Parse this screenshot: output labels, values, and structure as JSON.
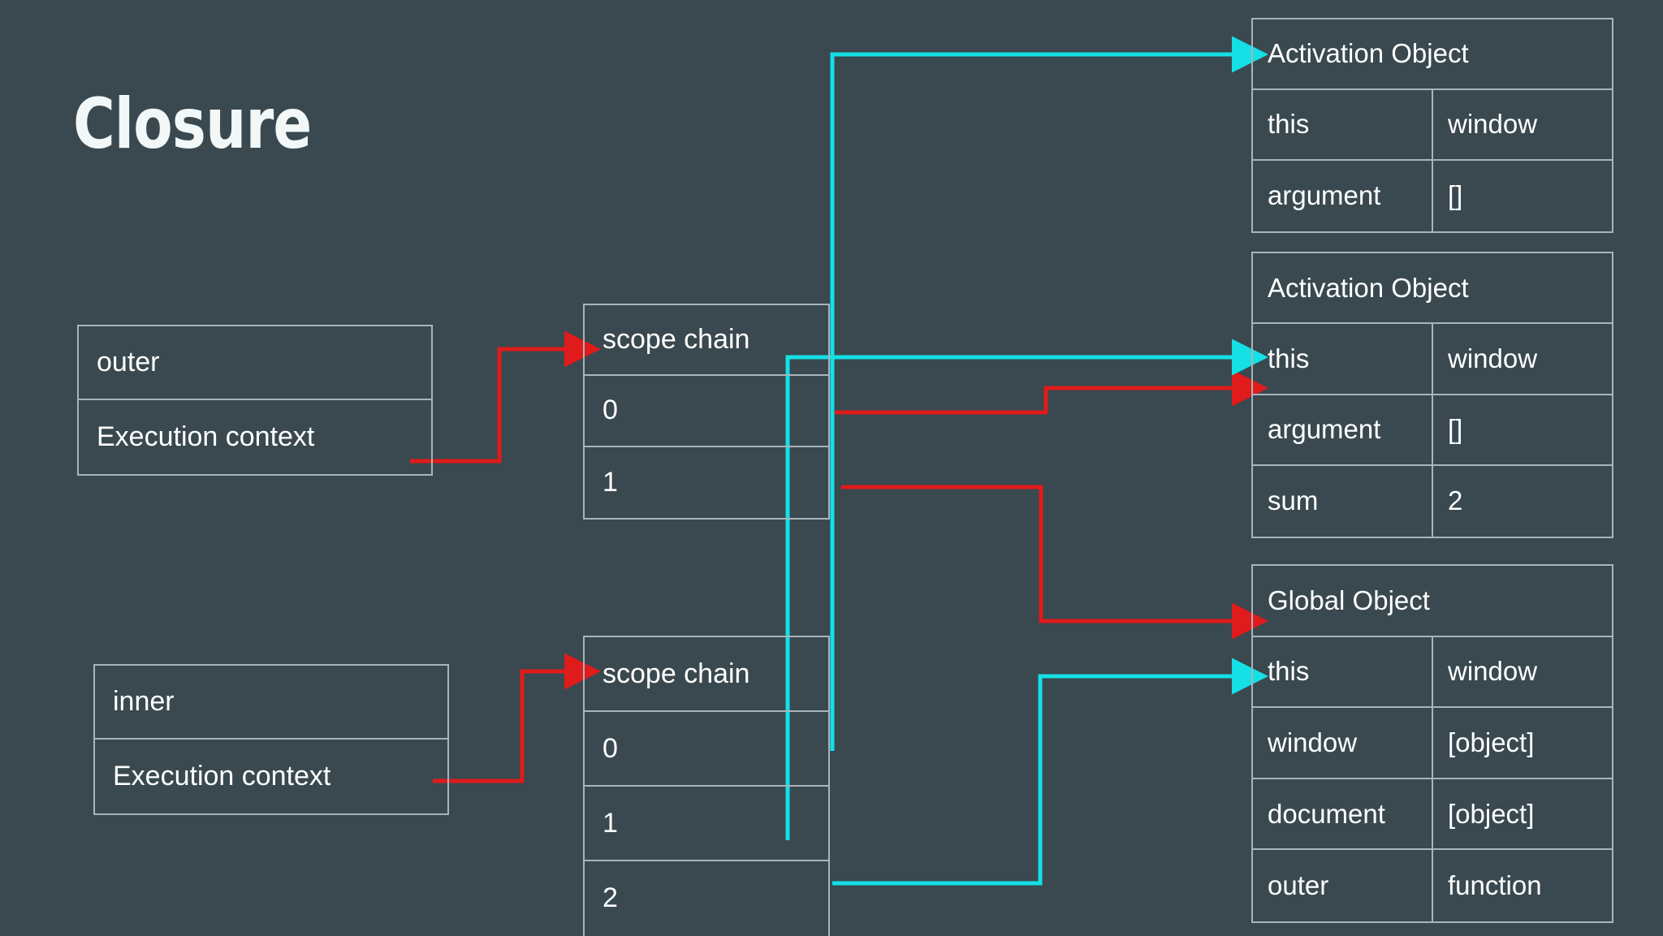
{
  "slide": {
    "title": "Closure",
    "background_color": "#39494F",
    "border_color": "#A9B4BA",
    "text_color": "#FFFFFF",
    "arrow_red": "#E01B1B",
    "arrow_cyan": "#14E0E6"
  },
  "contexts": [
    {
      "name_label": "outer",
      "context_label": "Execution context"
    },
    {
      "name_label": "inner",
      "context_label": "Execution context"
    }
  ],
  "scope_chains": [
    {
      "header": "scope chain",
      "indices": [
        "0",
        "1"
      ]
    },
    {
      "header": "scope chain",
      "indices": [
        "0",
        "1",
        "2"
      ]
    }
  ],
  "objects": [
    {
      "title": "Activation Object",
      "rows": [
        {
          "key": "this",
          "value": "window"
        },
        {
          "key": "argument",
          "value": "[]"
        }
      ]
    },
    {
      "title": "Activation Object",
      "rows": [
        {
          "key": "this",
          "value": "window"
        },
        {
          "key": "argument",
          "value": "[]"
        },
        {
          "key": "sum",
          "value": "2"
        }
      ]
    },
    {
      "title": "Global Object",
      "rows": [
        {
          "key": "this",
          "value": "window"
        },
        {
          "key": "window",
          "value": "[object]"
        },
        {
          "key": "document",
          "value": "[object]"
        },
        {
          "key": "outer",
          "value": "function"
        }
      ]
    }
  ],
  "connectors": [
    {
      "id": "outer-ctx-to-scope",
      "color": "#E01B1B",
      "from": "outer Execution context",
      "to": "outer scope chain"
    },
    {
      "id": "inner-ctx-to-scope",
      "color": "#E01B1B",
      "from": "inner Execution context",
      "to": "inner scope chain"
    },
    {
      "id": "outer-scope-0-to-ao2",
      "color": "#E01B1B",
      "from": "outer scope chain 0",
      "to": "Activation Object 2"
    },
    {
      "id": "outer-scope-1-to-global",
      "color": "#E01B1B",
      "from": "outer scope chain 1",
      "to": "Global Object"
    },
    {
      "id": "inner-scope-0-to-ao1",
      "color": "#14E0E6",
      "from": "inner scope chain 0",
      "to": "Activation Object 1"
    },
    {
      "id": "inner-scope-1-to-ao2",
      "color": "#14E0E6",
      "from": "inner scope chain 1",
      "to": "Activation Object 2"
    },
    {
      "id": "inner-scope-2-to-global",
      "color": "#14E0E6",
      "from": "inner scope chain 2",
      "to": "Global Object"
    }
  ]
}
